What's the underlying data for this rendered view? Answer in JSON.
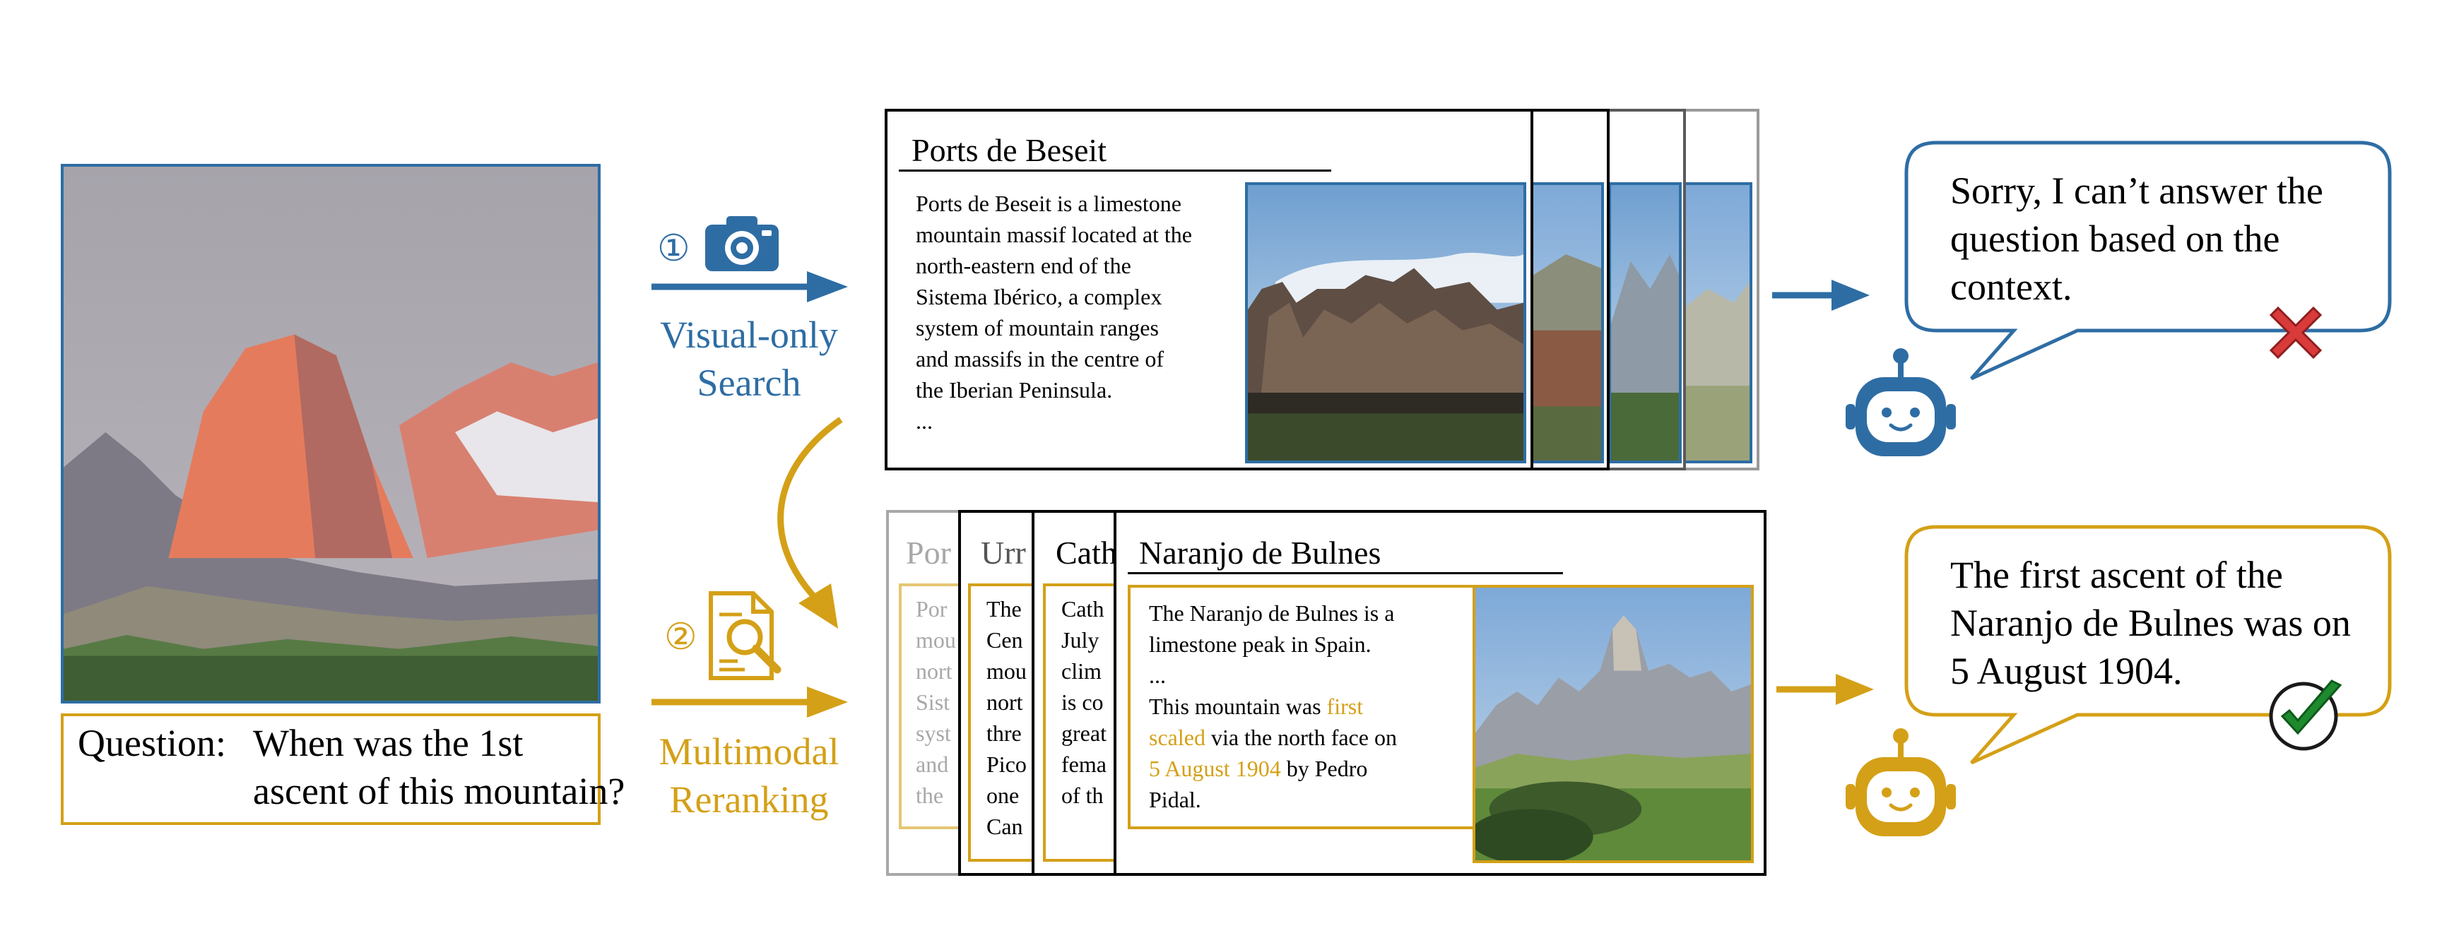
{
  "colors": {
    "blue": "#2E6DA4",
    "orange": "#D4A017",
    "black": "#000000",
    "gray": "#AAAAAA",
    "red": "#D93A3A",
    "green": "#1E8A2E"
  },
  "question": {
    "prefix": "Question:",
    "text": "When was the 1st\nascent of this mountain?"
  },
  "step1": {
    "number": "①",
    "label": "Visual-only\nSearch",
    "icon": "camera-icon"
  },
  "step2": {
    "number": "②",
    "label": "Multimodal\nReranking",
    "icon": "document-search-icon"
  },
  "top_card": {
    "title": "Ports de Beseit",
    "text": "Ports de Beseit  is a limestone\nmountain massif located at the\nnorth-eastern end of the\nSistema Ibérico, a complex\nsystem of mountain ranges\nand massifs in the centre of\nthe Iberian Peninsula.\n..."
  },
  "bottom_back_cards": [
    {
      "title": "Por",
      "text": "Por\nmou\nnort\nSist\nsyst\nand\nthe"
    },
    {
      "title": "Urr",
      "text": "The\nCen\nmou\nnort\nthre\nPico\none\nCan"
    },
    {
      "title": "Cath",
      "text": "Cath\nJuly\nclim\nis co\ngreat\nfema\nof th"
    }
  ],
  "bottom_card": {
    "title": "Naranjo de Bulnes",
    "line1": "The Naranjo de Bulnes is a",
    "line2": "limestone peak in Spain.",
    "line3": "...",
    "line4_a": "This mountain was ",
    "line4_b": "first",
    "line5_a": "scaled",
    "line5_b": " via the north face on",
    "line6_a": "5 August 1904",
    "line6_b": " by Pedro",
    "line7": "Pidal."
  },
  "answer_fail": {
    "text": "Sorry, I can’t answer the\nquestion based on the\ncontext.",
    "mark": "cross-icon"
  },
  "answer_success": {
    "text": "The first ascent of the\nNaranjo de Bulnes was on\n5 August 1904.",
    "mark": "check-icon"
  }
}
